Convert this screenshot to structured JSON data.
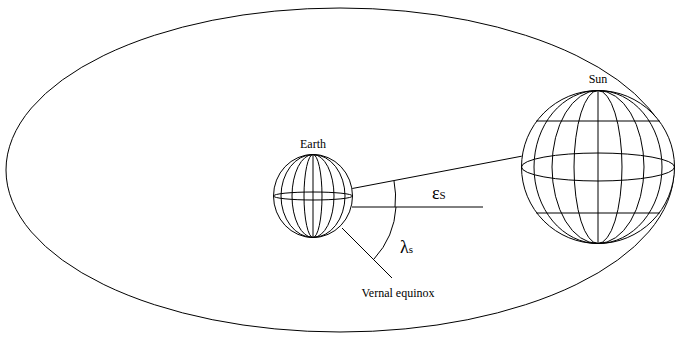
{
  "diagram": {
    "nodes": [
      {
        "text": [
          "Earth"
        ]
      },
      {
        "text": [
          "Sun"
        ]
      }
    ],
    "edges": [
      {
        "from": 0,
        "to": 1,
        "arrow": "none"
      }
    ],
    "labels": [
      "εS",
      "λs",
      "Vernal equinox"
    ]
  }
}
